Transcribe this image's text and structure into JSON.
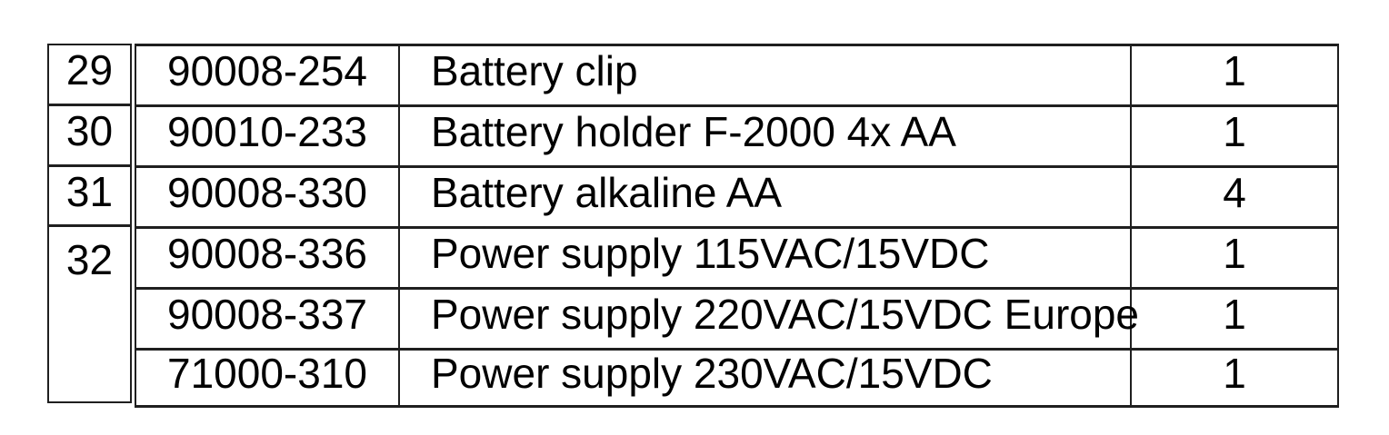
{
  "colors": {
    "background": "#ffffff",
    "text": "#000000",
    "border": "#1f1f1f"
  },
  "item_column": {
    "cells": [
      {
        "label": "29",
        "rows_spanned": 1
      },
      {
        "label": "30",
        "rows_spanned": 1
      },
      {
        "label": "31",
        "rows_spanned": 1
      },
      {
        "label": "32",
        "rows_spanned": 3
      }
    ]
  },
  "table": {
    "rows": [
      {
        "part": "90008-254",
        "desc": "Battery clip",
        "qty": "1"
      },
      {
        "part": "90010-233",
        "desc": "Battery holder F-2000 4x AA",
        "qty": "1"
      },
      {
        "part": "90008-330",
        "desc": "Battery alkaline AA",
        "qty": "4"
      },
      {
        "part": "90008-336",
        "desc": "Power supply 115VAC/15VDC",
        "qty": "1"
      },
      {
        "part": "90008-337",
        "desc": "Power supply 220VAC/15VDC Europe",
        "qty": "1"
      },
      {
        "part": "71000-310",
        "desc": "Power supply 230VAC/15VDC",
        "qty": "1"
      }
    ]
  }
}
